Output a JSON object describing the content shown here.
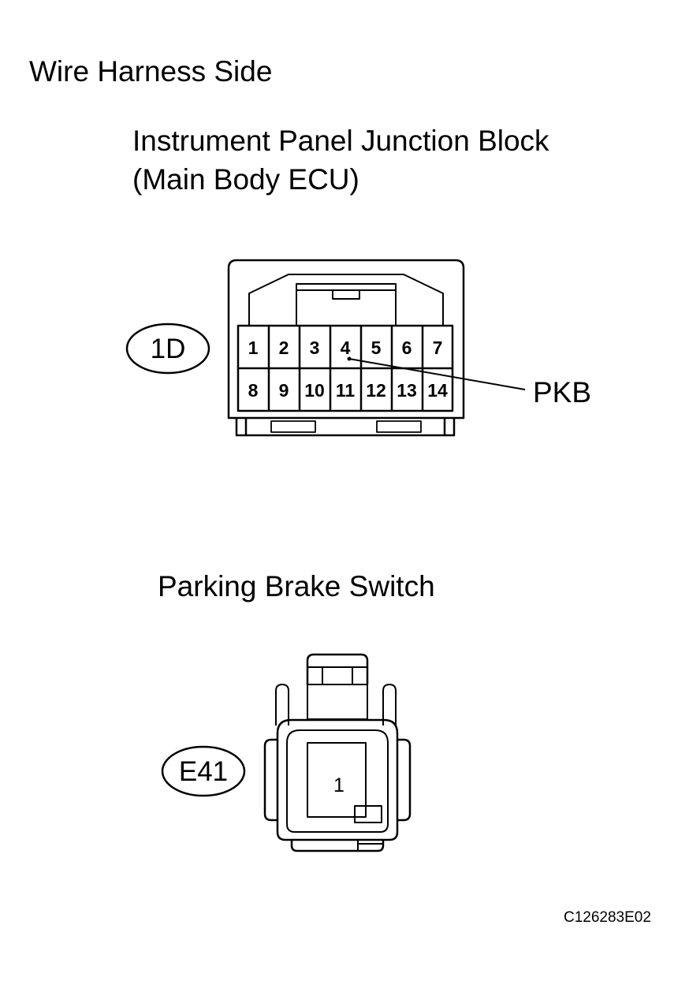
{
  "title": "Wire Harness Side",
  "connector_1": {
    "name_line1": "Instrument Panel Junction Block",
    "name_line2": "(Main Body ECU)",
    "code": "1D",
    "pins": [
      "1",
      "2",
      "3",
      "4",
      "5",
      "6",
      "7",
      "8",
      "9",
      "10",
      "11",
      "12",
      "13",
      "14"
    ],
    "callout": {
      "pin": "4",
      "label": "PKB"
    }
  },
  "connector_2": {
    "name": "Parking Brake Switch",
    "code": "E41",
    "pins": [
      "1"
    ]
  },
  "figure_code": "C126283E02"
}
